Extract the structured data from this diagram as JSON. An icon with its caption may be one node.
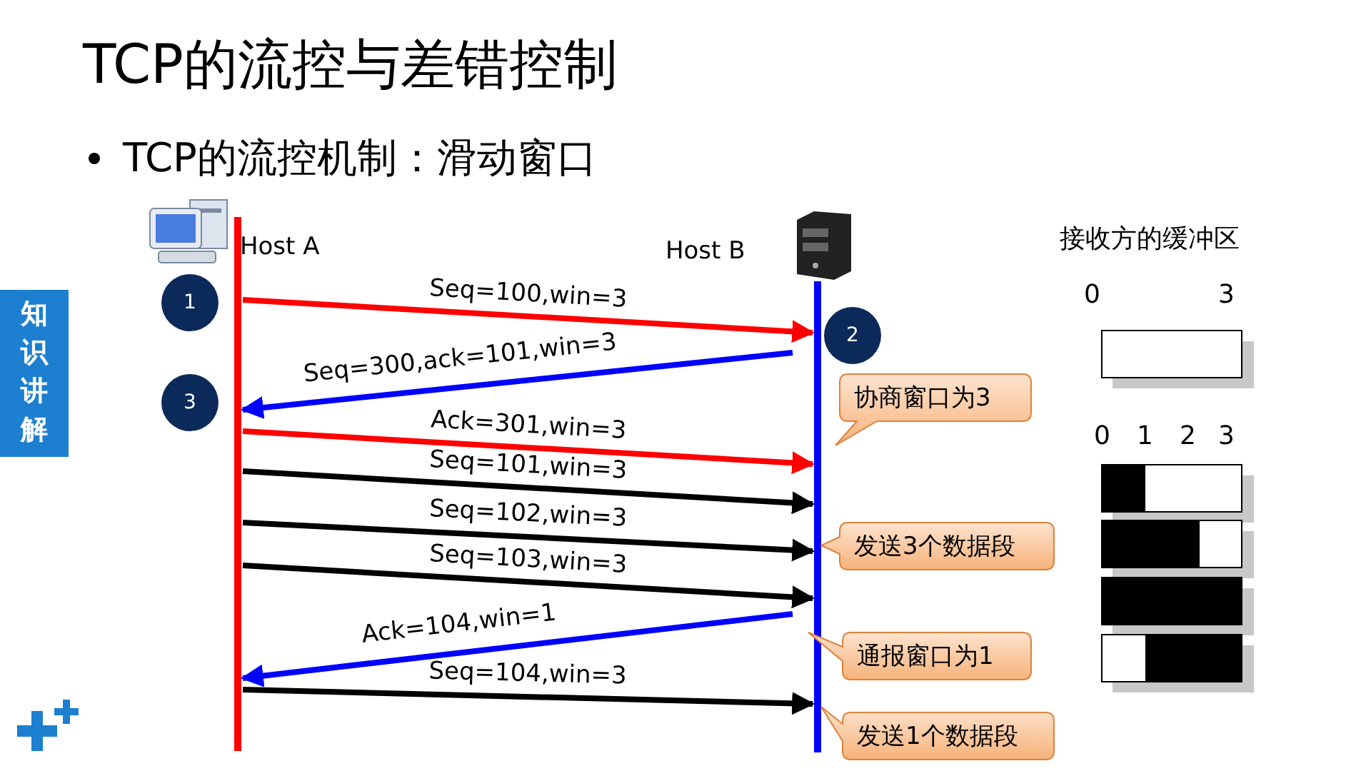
{
  "diagram": {
    "title": "TCP的流控与差错控制",
    "nodes": [
      {
        "text": [],
        "shape": "bar",
        "beside": [
          "Host A"
        ]
      },
      {
        "text": [],
        "shape": "bar",
        "beside": [
          "Host B"
        ]
      },
      {
        "text": [
          "协商窗口为3"
        ]
      },
      {
        "text": [
          "发送3个数据段"
        ]
      },
      {
        "text": [
          "通报窗口为1"
        ]
      },
      {
        "text": [
          "发送1个数据段"
        ]
      }
    ],
    "edges": [
      {
        "from": 0,
        "to": 1,
        "arrow": "to",
        "label": "Seq=100,win=3",
        "color": "#ff0000"
      },
      {
        "from": 1,
        "to": 0,
        "arrow": "to",
        "label": "Seq=300,ack=101,win=3",
        "color": "#0000ff"
      },
      {
        "from": 0,
        "to": 1,
        "arrow": "to",
        "label": "Ack=301,win=3",
        "color": "#ff0000"
      },
      {
        "from": 0,
        "to": 1,
        "arrow": "to",
        "label": "Seq=101,win=3"
      },
      {
        "from": 0,
        "to": 1,
        "arrow": "to",
        "label": "Seq=102,win=3"
      },
      {
        "from": 0,
        "to": 1,
        "arrow": "to",
        "label": "Seq=103,win=3"
      },
      {
        "from": 1,
        "to": 0,
        "arrow": "to",
        "label": "Ack=104,win=1",
        "color": "#0000ff"
      },
      {
        "from": 0,
        "to": 1,
        "arrow": "to",
        "label": "Seq=104,win=3"
      }
    ],
    "labels": [
      "TCP的流控机制：滑动窗口",
      "知识讲解",
      "1",
      "2",
      "3",
      "接收方的缓冲区",
      "0",
      "3",
      "0",
      "1",
      "2",
      "3"
    ]
  }
}
